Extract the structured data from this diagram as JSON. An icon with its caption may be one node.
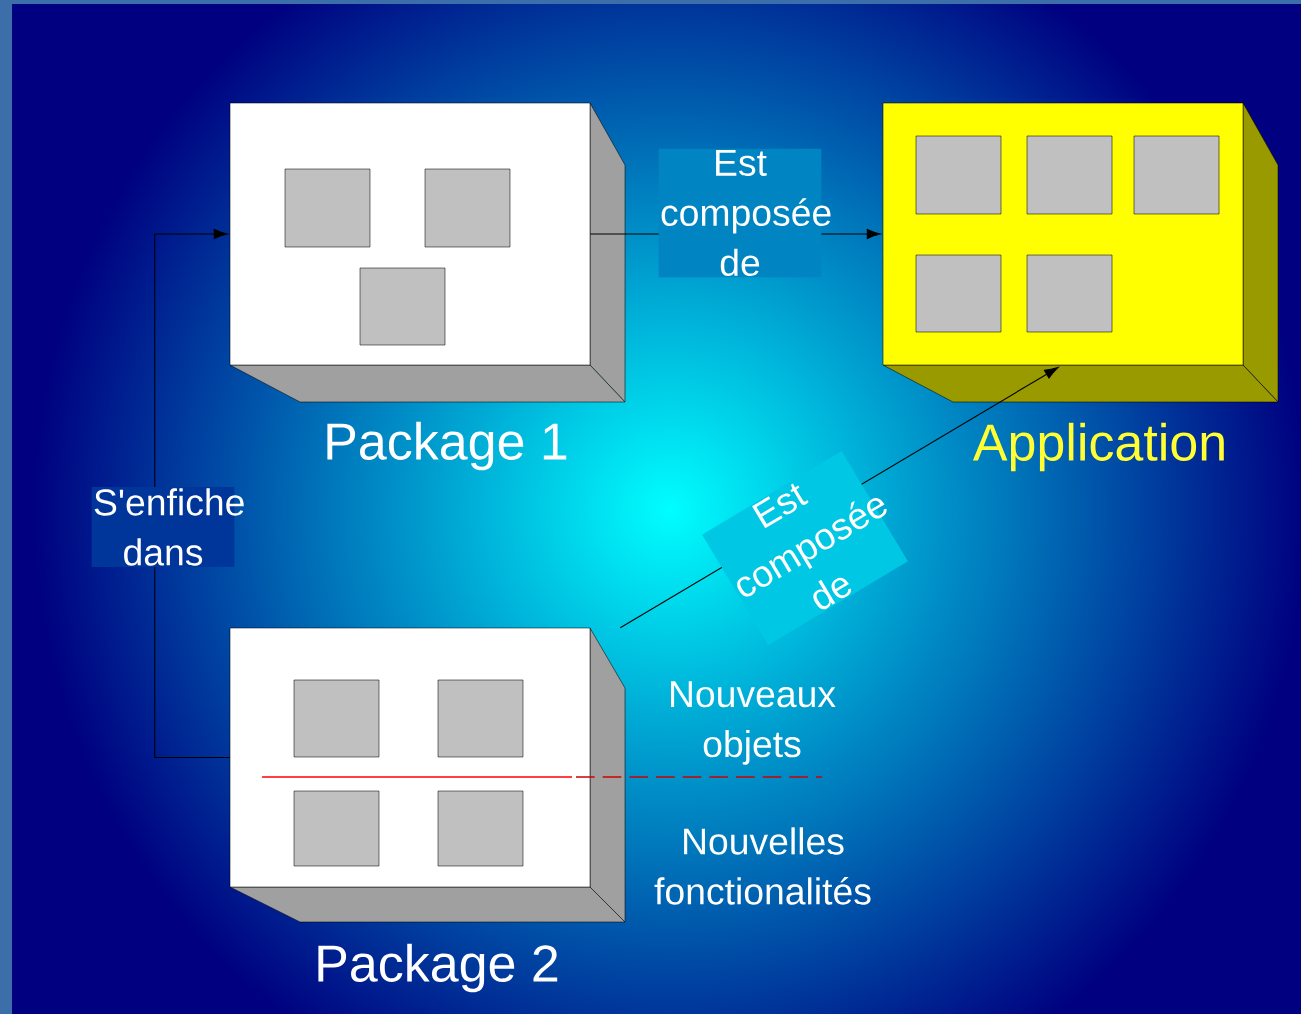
{
  "diagram": {
    "nodes": [
      {
        "text": [
          "Package 1"
        ]
      },
      {
        "text": [],
        "shape": "box",
        "in": 0
      },
      {
        "text": [],
        "shape": "box",
        "in": 0
      },
      {
        "text": [],
        "shape": "box",
        "in": 0
      },
      {
        "text": [
          "Application"
        ]
      },
      {
        "text": [],
        "shape": "box",
        "in": 4
      },
      {
        "text": [],
        "shape": "box",
        "in": 4
      },
      {
        "text": [],
        "shape": "box",
        "in": 4
      },
      {
        "text": [],
        "shape": "box",
        "in": 4
      },
      {
        "text": [],
        "shape": "box",
        "in": 4
      },
      {
        "text": [
          "Package 2"
        ]
      },
      {
        "text": [],
        "shape": "box",
        "in": 10
      },
      {
        "text": [],
        "shape": "box",
        "in": 10
      },
      {
        "text": [],
        "shape": "box",
        "in": 10
      },
      {
        "text": [],
        "shape": "box",
        "in": 10
      }
    ],
    "edges": [
      {
        "from": 0,
        "to": 4,
        "arrow": "to",
        "label": "Est composée de"
      },
      {
        "from": 10,
        "to": 4,
        "arrow": "to",
        "label": "Est composée de"
      },
      {
        "from": 10,
        "to": 0,
        "arrow": "to",
        "label": "S'enfiche dans"
      }
    ],
    "labels": [
      "Nouveaux objets",
      "Nouvelles fonctionalités"
    ]
  }
}
